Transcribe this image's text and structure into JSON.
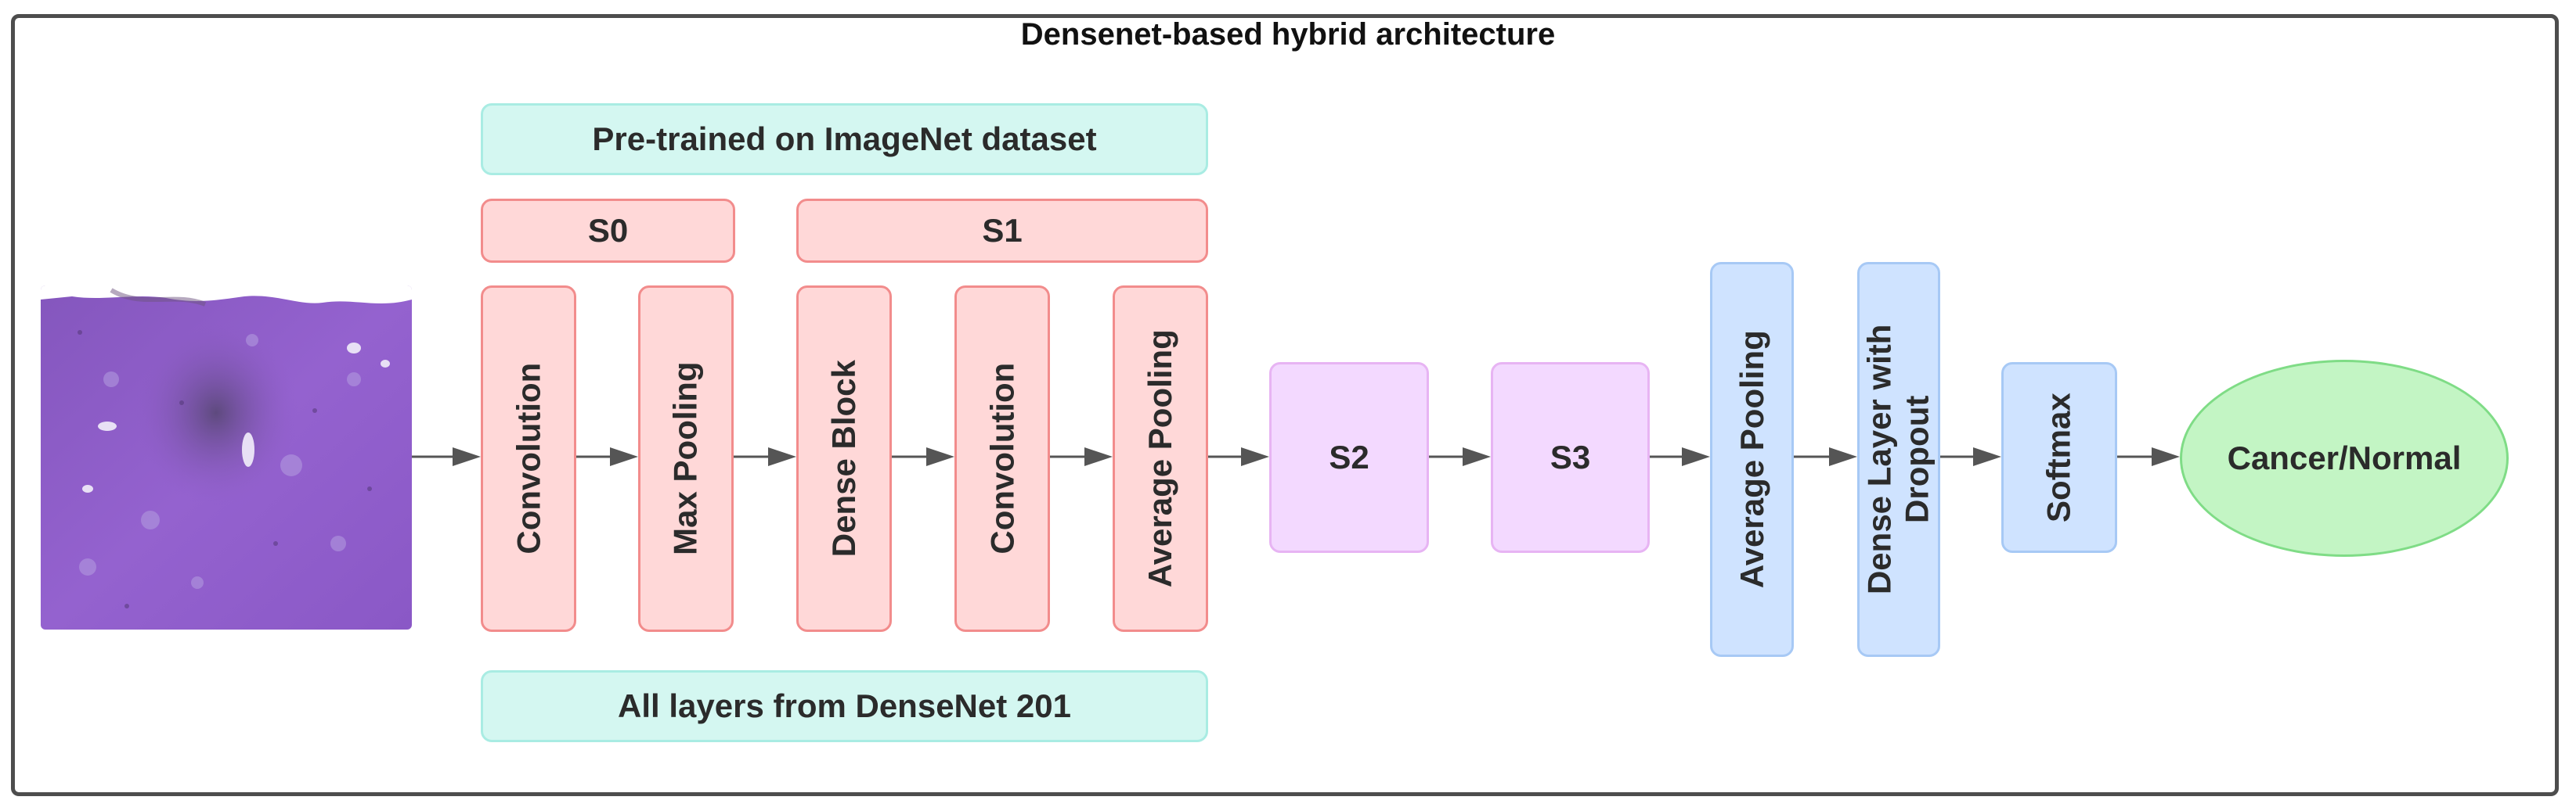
{
  "title": "Densenet-based hybrid architecture",
  "top_banner": "Pre-trained on ImageNet dataset",
  "bottom_banner": "All layers from DenseNet 201",
  "stages": {
    "s0": "S0",
    "s1": "S1",
    "s2": "S2",
    "s3": "S3"
  },
  "layers": {
    "convolution_1": "Convolution",
    "max_pooling": "Max Pooling",
    "dense_block": "Dense Block",
    "convolution_2": "Convolution",
    "average_pooling_1": "Average Pooling",
    "average_pooling_2": "Average Pooling",
    "dense_layer_line1": "Dense Layer with",
    "dense_layer_line2": "Dropout",
    "softmax": "Softmax"
  },
  "output": "Cancer/Normal",
  "colors": {
    "teal": "#d4f7f1",
    "pink": "#ffd8d8",
    "purple": "#f3d9ff",
    "blue": "#cfe3ff",
    "green": "#c3f5c4",
    "arrow": "#555555",
    "tissue": "#8a5bc0"
  }
}
